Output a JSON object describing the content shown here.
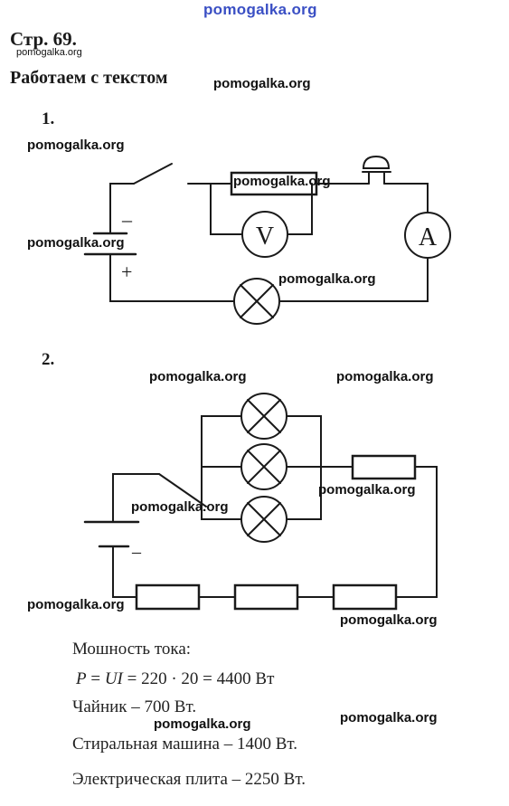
{
  "top_watermark": "pomogalka.org",
  "page_title": "Стр. 69.",
  "title_watermark": "pomogalka.org",
  "section_heading": "Работаем с текстом",
  "heading_watermark": "pomogalka.org",
  "task1": {
    "number": "1.",
    "voltmeter_label": "V",
    "ammeter_label": "A",
    "minus_sign": "–",
    "plus_sign": "+",
    "watermarks": [
      "pomogalka.org",
      "pomogalka.org",
      "pomogalka.org",
      "pomogalka.org"
    ]
  },
  "task2": {
    "number": "2.",
    "minus_sign": "–",
    "watermarks": [
      "pomogalka.org",
      "pomogalka.org",
      "pomogalka.org",
      "pomogalka.org",
      "pomogalka.org",
      "pomogalka.org"
    ]
  },
  "text": {
    "power_title": "Мошность тока:",
    "formula": {
      "lhs": "P",
      "eq1": "=",
      "mid": "UI",
      "eq2": "=",
      "calc": "220 · 20 = 4400 Вт"
    },
    "kettle": "Чайник – 700 Вт.",
    "washer": "Стиральная машина – 1400 Вт.",
    "stove": "Электрическая плита – 2250 Вт."
  },
  "bottom_watermarks": [
    "pomogalka.org",
    "pomogalka.org"
  ]
}
